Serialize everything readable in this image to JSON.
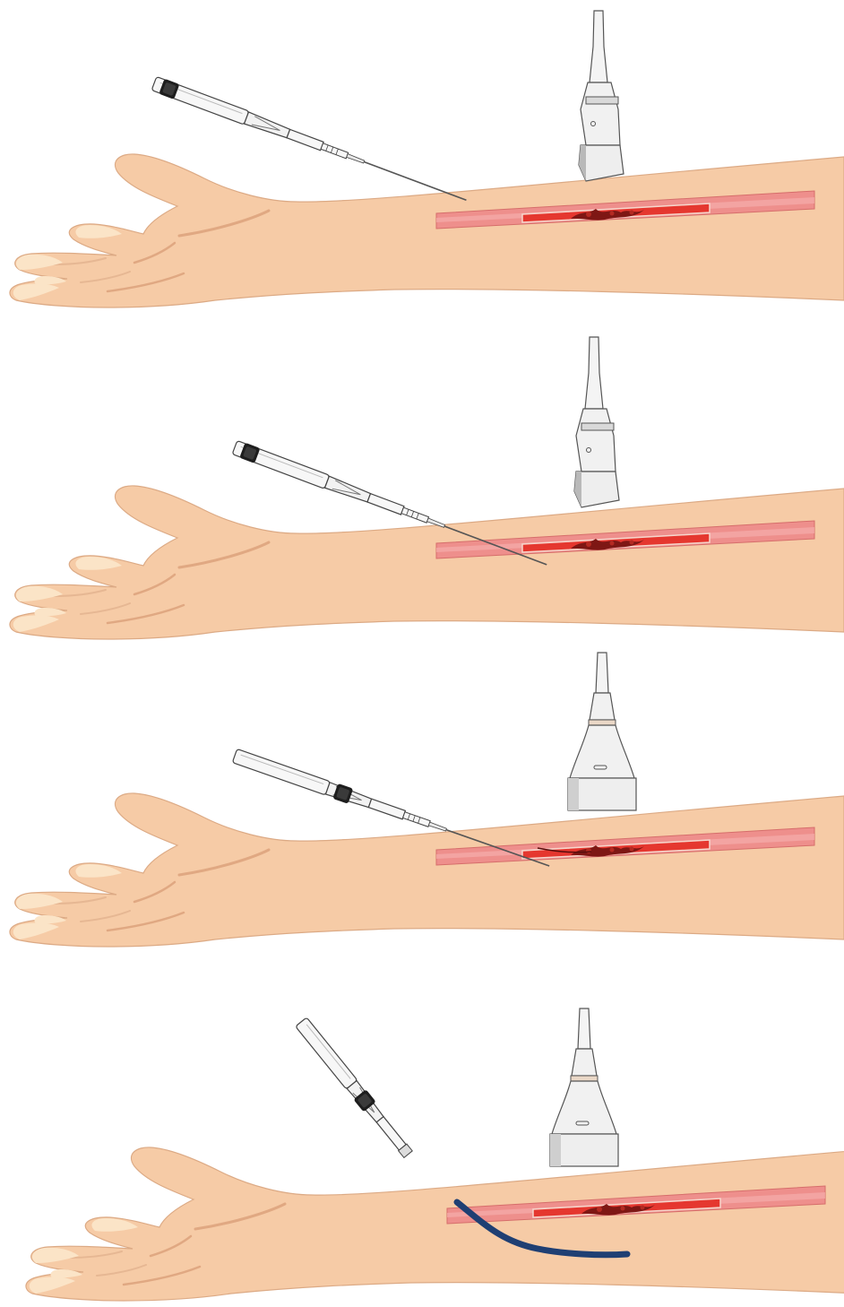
{
  "colors": {
    "background": "#ffffff",
    "skin": "#f6cba6",
    "skin_fold": "#e3ad88",
    "nail": "#fbe4c7",
    "vein_outer": "#ee8f8c",
    "vein_inner": "#e5372f",
    "clot": "#7e1714",
    "probe": "#f1f1f1",
    "probe_shadow": "#b9b9b9",
    "outline": "#4a4a4a",
    "catheter": "#1f3f73",
    "clamp": "#1d1d1d"
  },
  "panels": [
    {
      "step": 1,
      "needle": "above-skin",
      "probe": "side-view",
      "catheter": false
    },
    {
      "step": 2,
      "needle": "entering-vein",
      "probe": "side-view",
      "catheter": false
    },
    {
      "step": 3,
      "needle": "inside-vein",
      "probe": "front-view",
      "catheter": false
    },
    {
      "step": 4,
      "needle": "catheter-advanced",
      "probe": "front-view",
      "catheter": true
    }
  ]
}
